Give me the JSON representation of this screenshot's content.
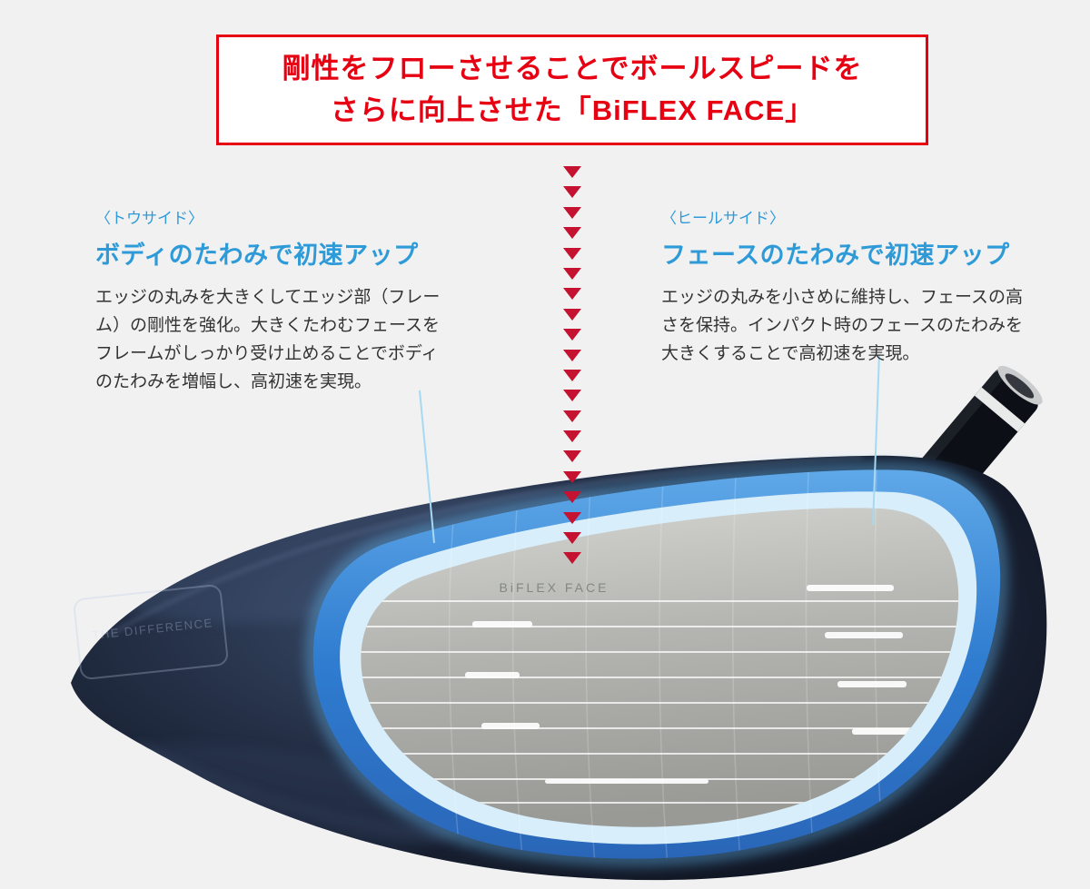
{
  "headline": {
    "line1": "剛性をフローさせることでボールスピードを",
    "line2": "さらに向上させた「BiFLEX FACE」"
  },
  "arrows": {
    "icon": "down-arrow",
    "count": 20
  },
  "callouts": {
    "toe": {
      "tag": "〈トウサイド〉",
      "heading": "ボディのたわみで初速アップ",
      "body": "エッジの丸みを大きくしてエッジ部（フレーム）の剛性を強化。大きくたわむフェースをフレームがしっかり受け止めることでボディのたわみを増幅し、高初速を実現。"
    },
    "heel": {
      "tag": "〈ヒールサイド〉",
      "heading": "フェースのたわみで初速アップ",
      "body": "エッジの丸みを小さめに維持し、フェースの高さを保持。インパクト時のフェースのたわみを大きくすることで高初速を実現。"
    }
  },
  "club": {
    "face_label": "BiFLEX FACE",
    "crown_label": "THE DIFFERENCE"
  },
  "colors": {
    "red": "#e60012",
    "arrow_red": "#c41230",
    "blue": "#2e9bd8",
    "face_blue": "#2f7cd0",
    "body_navy": "#1a2335",
    "background": "#f1f1f2"
  }
}
